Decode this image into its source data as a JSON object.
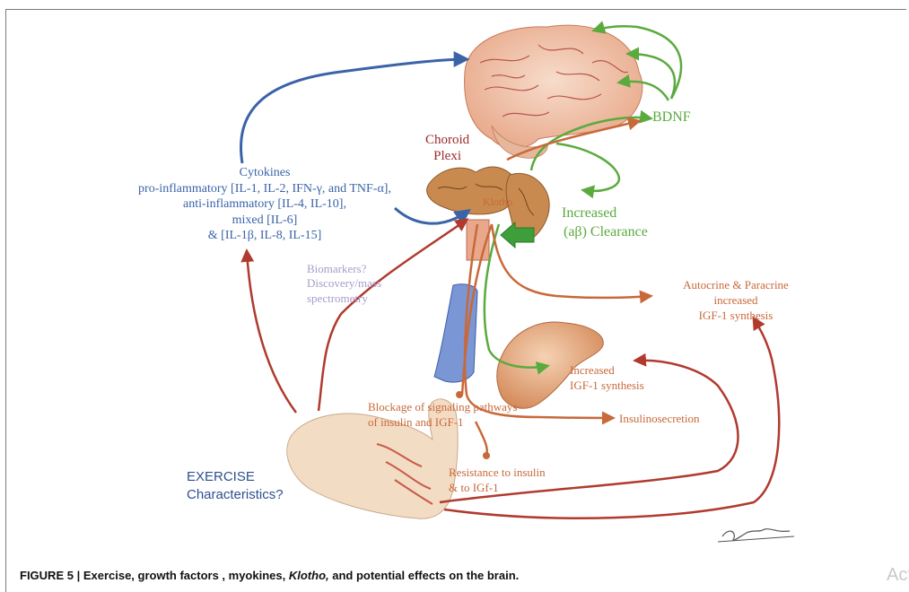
{
  "labels": {
    "choroid": [
      "Choroid",
      "Plexi"
    ],
    "bdnf": "BDNF",
    "cytokines": [
      "Cytokines",
      "pro-inflammatory [IL-1, IL-2, IFN-γ, and TNF-α],",
      "anti-inflammatory [IL-4, IL-10],",
      "mixed [IL-6]",
      "& [IL-1β, IL-8, IL-15]"
    ],
    "klotho": "Klotho",
    "clearance": [
      "Increased",
      "(aβ) Clearance"
    ],
    "biomarkers": [
      "Biomarkers?",
      "Discovery/mass",
      "spectrometry"
    ],
    "autocrine": [
      "Autocrine & Paracrine",
      "increased",
      "IGF-1 synthesis"
    ],
    "igf_synthesis": [
      "Increased",
      "IGF-1 synthesis"
    ],
    "blockage": [
      "Blockage of signaling pathways",
      "of insulin and IGF-1"
    ],
    "insulinosecretion": "Insulinosecretion",
    "resistance": [
      "Resistance to insulin",
      "& to IGf-1"
    ],
    "exercise": [
      "EXERCISE",
      "Characteristics?"
    ]
  },
  "caption": {
    "before": "FIGURE 5 | Exercise, growth factors , myokines, ",
    "italic": "Klotho,",
    "after": " and potential effects on the brain."
  },
  "watermark": "Act",
  "signature": "S. Stern",
  "colors": {
    "blue": "#3a63a8",
    "orange": "#c8693a",
    "green": "#5aaa3e",
    "red": "#b03a2e",
    "brain": "#f0c3a6",
    "tissue": "#d8935a"
  }
}
